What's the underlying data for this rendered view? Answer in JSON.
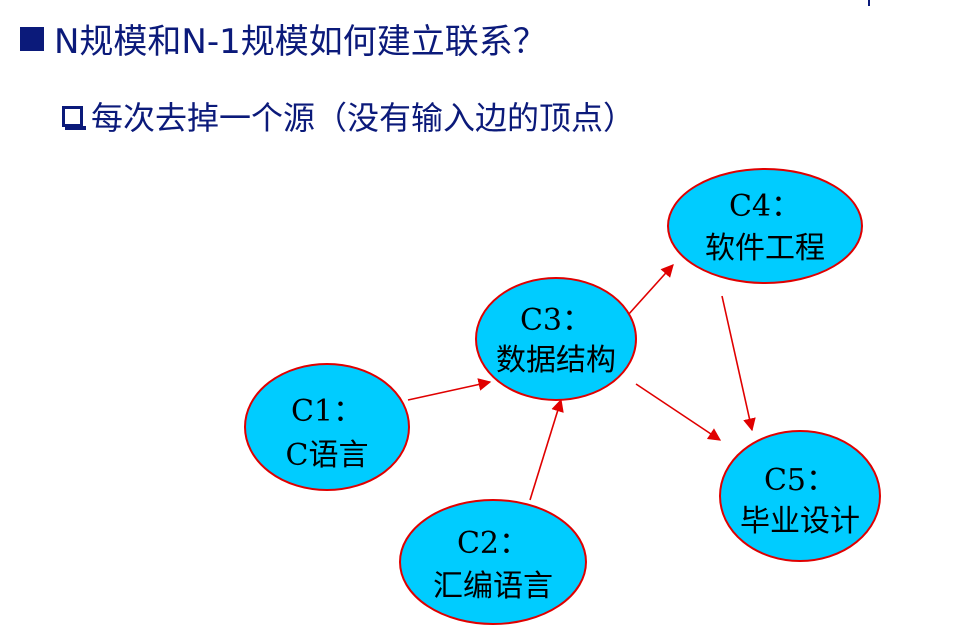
{
  "heading": "N规模和N-1规模如何建立联系？",
  "subheading": "每次去掉一个源（没有输入边的顶点）",
  "colors": {
    "node_fill": "#00ccff",
    "node_stroke": "#e00000",
    "edge": "#e00000",
    "text_blue": "#0b1a7a"
  },
  "nodes": [
    {
      "id": "C1",
      "code": "C1：",
      "name": "C语言"
    },
    {
      "id": "C2",
      "code": "C2：",
      "name": "汇编语言"
    },
    {
      "id": "C3",
      "code": "C3：",
      "name": "数据结构"
    },
    {
      "id": "C4",
      "code": "C4：",
      "name": "软件工程"
    },
    {
      "id": "C5",
      "code": "C5：",
      "name": "毕业设计"
    }
  ],
  "edges": [
    {
      "from": "C1",
      "to": "C3"
    },
    {
      "from": "C2",
      "to": "C3"
    },
    {
      "from": "C3",
      "to": "C4"
    },
    {
      "from": "C3",
      "to": "C5"
    },
    {
      "from": "C4",
      "to": "C5"
    }
  ]
}
